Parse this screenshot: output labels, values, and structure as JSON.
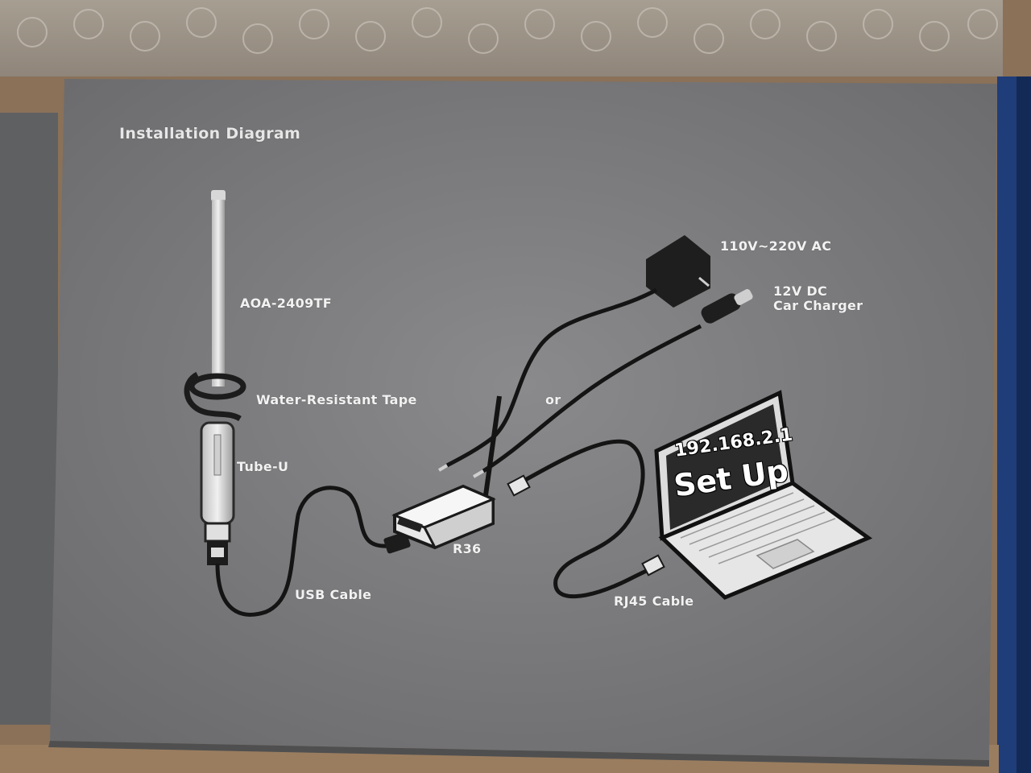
{
  "diagram": {
    "title": "Installation Diagram",
    "labels": {
      "antenna": "AOA-2409TF",
      "tape": "Water-Resistant Tape",
      "tube": "Tube-U",
      "usb_cable": "USB Cable",
      "router": "R36",
      "ac_power": "110V~220V AC",
      "dc_line1": "12V DC",
      "dc_line2": "Car Charger",
      "or": "or",
      "rj45_cable": "RJ45 Cable"
    },
    "laptop_screen": {
      "ip": "192.168.2.1",
      "action": "Set Up"
    }
  },
  "colors": {
    "box_gray": "#7a7a7a",
    "cardboard": "#8a7158",
    "label_white": "#f2f2f2",
    "blue_box": "#1f3d78"
  }
}
